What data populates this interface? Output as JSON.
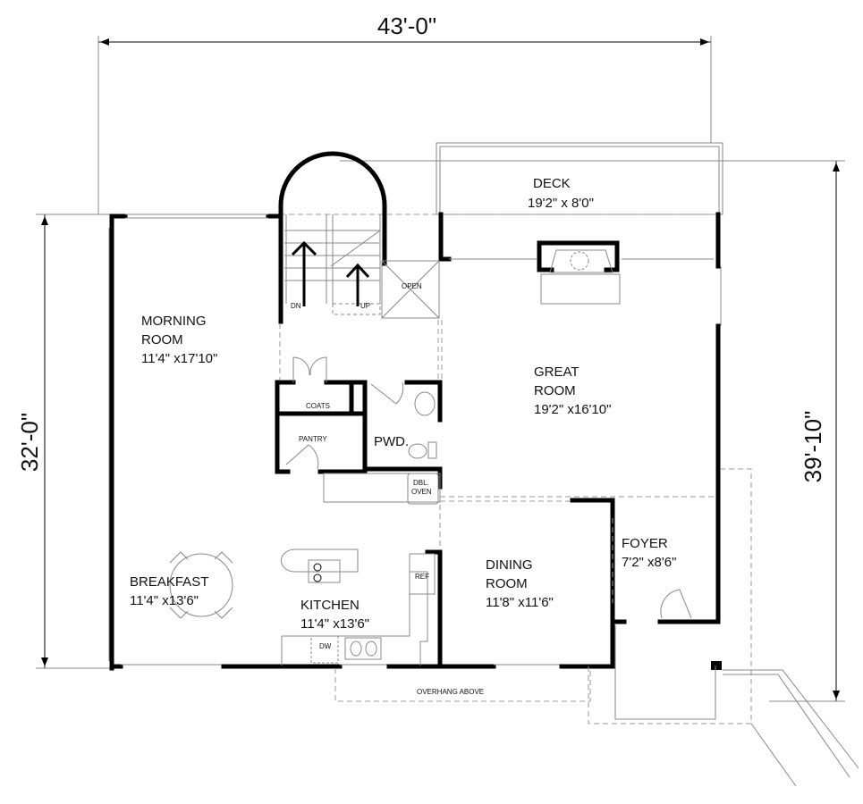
{
  "dimensions": {
    "overall_width": "43'-0\"",
    "overall_depth_left": "32'-0\"",
    "overall_depth_right": "39'-10\""
  },
  "rooms": {
    "deck": {
      "name": "DECK",
      "size": "19'2\" x 8'0\""
    },
    "morning": {
      "name1": "MORNING",
      "name2": "ROOM",
      "size": "11'4\" x17'10\""
    },
    "great": {
      "name1": "GREAT",
      "name2": "ROOM",
      "size": "19'2\" x16'10\""
    },
    "breakfast": {
      "name": "BREAKFAST",
      "size": "11'4\" x13'6\""
    },
    "kitchen": {
      "name": "KITCHEN",
      "size": "11'4\" x13'6\""
    },
    "dining": {
      "name1": "DINING",
      "name2": "ROOM",
      "size": "11'8\" x11'6\""
    },
    "foyer": {
      "name": "FOYER",
      "size": "7'2\" x8'6\""
    },
    "pwd": {
      "name": "PWD."
    }
  },
  "fixtures": {
    "coats": "COATS",
    "pantry": "PANTRY",
    "dbl_oven_1": "DBL.",
    "dbl_oven_2": "OVEN",
    "ref": "REF",
    "dw": "DW",
    "open": "OPEN",
    "dn": "DN",
    "up": "UP",
    "overhang": "OVERHANG ABOVE"
  }
}
